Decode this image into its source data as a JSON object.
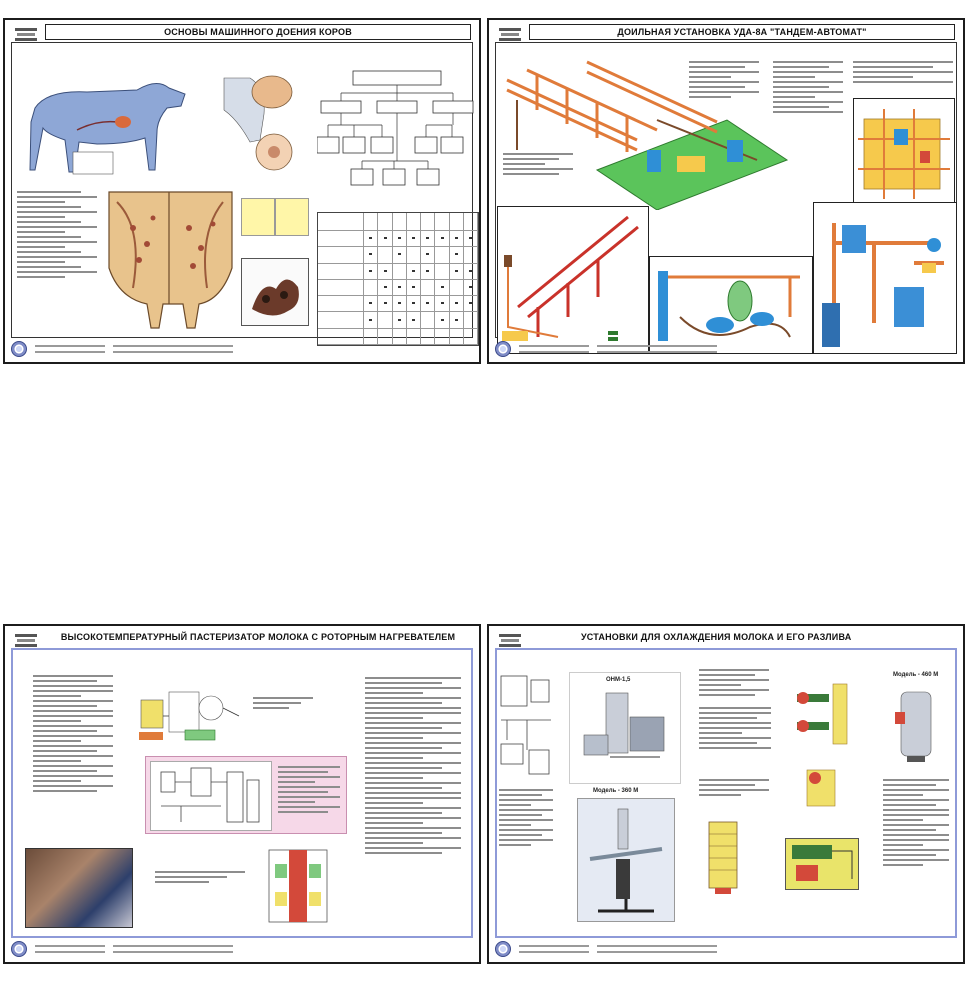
{
  "posters": [
    {
      "title": "ОСНОВЫ МАШИННОГО ДОЕНИЯ КОРОВ",
      "colors": {
        "cow": "#8ea7d6",
        "udder": "#e8b98c",
        "highlight": "#fff6a8"
      }
    },
    {
      "title": "ДОИЛЬНАЯ УСТАНОВКА УДА-8А \"ТАНДЕМ-АВТОМАТ\"",
      "colors": {
        "frame": "#e07b3a",
        "floor": "#5bc45b",
        "milk_unit": "#2f8fd6",
        "panel": "#f6c94c"
      }
    },
    {
      "title": "ВЫСОКОТЕМПЕРАТУРНЫЙ ПАСТЕРИЗАТОР МОЛОКА С РОТОРНЫМ НАГРЕВАТЕЛЕМ",
      "colors": {
        "pink_panel": "#f6d8e8",
        "frame_inner": "#8e9ad8"
      }
    },
    {
      "title": "УСТАНОВКИ ДЛЯ ОХЛАЖДЕНИЯ МОЛОКА И ЕГО РАЗЛИВА",
      "subtitle_a": "ОНМ-1,5",
      "subtitle_b": "Модель - 360 М",
      "subtitle_c": "Модель - 460 М",
      "colors": {
        "frame_inner": "#8e9ad8",
        "yellow_panel": "#e9e46a"
      }
    }
  ]
}
